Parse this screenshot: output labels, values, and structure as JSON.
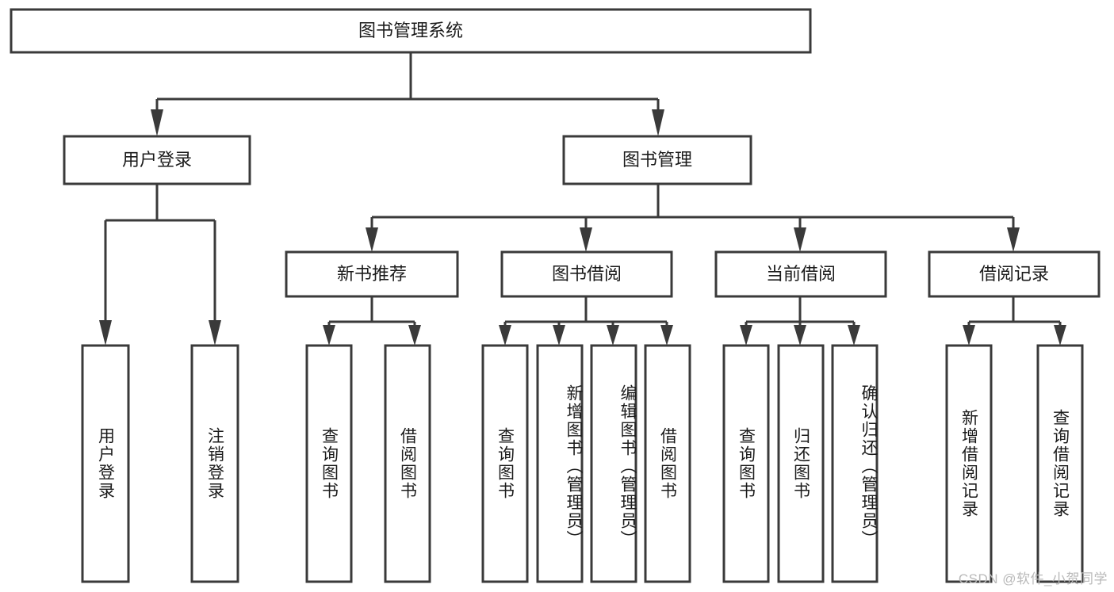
{
  "diagram": {
    "title_node": {
      "label": "图书管理系统"
    },
    "level2": [
      {
        "id": "user-login",
        "label": "用户登录"
      },
      {
        "id": "book-management",
        "label": "图书管理"
      }
    ],
    "level3": [
      {
        "id": "new-book-recommend",
        "label": "新书推荐"
      },
      {
        "id": "book-borrow",
        "label": "图书借阅"
      },
      {
        "id": "current-borrow",
        "label": "当前借阅"
      },
      {
        "id": "borrow-record",
        "label": "借阅记录"
      }
    ],
    "leaves": [
      {
        "id": "leaf-user-login",
        "label": "用户登录",
        "parent": "user-login"
      },
      {
        "id": "leaf-logout-login",
        "label": "注销登录",
        "parent": "user-login"
      },
      {
        "id": "leaf-query-book-1",
        "label": "查询图书",
        "parent": "new-book-recommend"
      },
      {
        "id": "leaf-borrow-book-1",
        "label": "借阅图书",
        "parent": "new-book-recommend"
      },
      {
        "id": "leaf-query-book-2",
        "label": "查询图书",
        "parent": "book-borrow"
      },
      {
        "id": "leaf-add-book",
        "label": "新增图书（管理员）",
        "parent": "book-borrow"
      },
      {
        "id": "leaf-edit-book",
        "label": "编辑图书（管理员）",
        "parent": "book-borrow"
      },
      {
        "id": "leaf-borrow-book-2",
        "label": "借阅图书",
        "parent": "book-borrow"
      },
      {
        "id": "leaf-query-book-3",
        "label": "查询图书",
        "parent": "current-borrow"
      },
      {
        "id": "leaf-return-book",
        "label": "归还图书",
        "parent": "current-borrow"
      },
      {
        "id": "leaf-confirm-return",
        "label": "确认归还（管理员）",
        "parent": "current-borrow"
      },
      {
        "id": "leaf-add-record",
        "label": "新增借阅记录",
        "parent": "borrow-record"
      },
      {
        "id": "leaf-query-record",
        "label": "查询借阅记录",
        "parent": "borrow-record"
      }
    ],
    "colors": {
      "stroke": "#3a3a3a",
      "fill": "#ffffff",
      "text": "#1b1b1b",
      "watermark": "#b9b9b9"
    }
  },
  "watermark": {
    "text": "CSDN @软件_小贺同学"
  }
}
